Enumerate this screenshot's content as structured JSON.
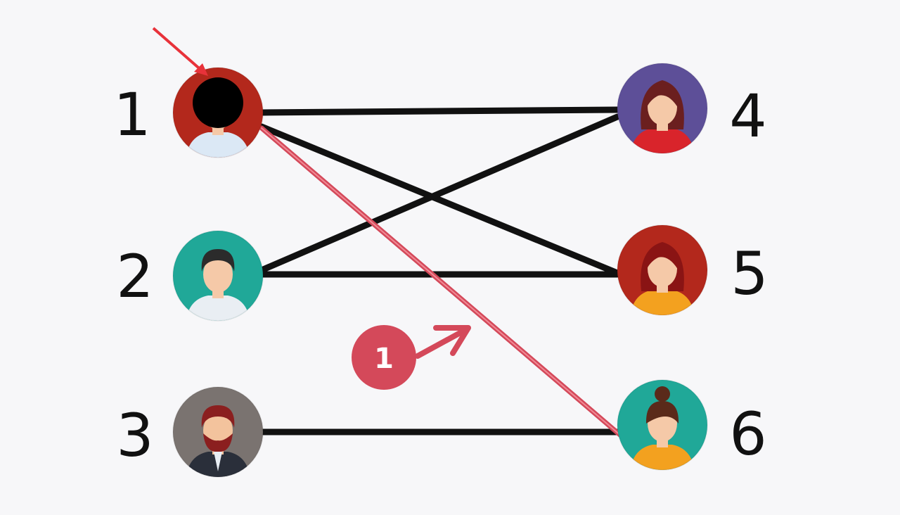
{
  "diagram": {
    "nodes": [
      {
        "id": "1",
        "label": "1",
        "side": "left",
        "bg": "#b3281c",
        "hair": "#000000",
        "skin": "#f5c9a8",
        "shirt": "#dbe8f5",
        "kind": "male-masked"
      },
      {
        "id": "2",
        "label": "2",
        "side": "left",
        "bg": "#20a898",
        "hair": "#2b2b2b",
        "skin": "#f5c9a8",
        "shirt": "#e9eef3",
        "kind": "male"
      },
      {
        "id": "3",
        "label": "3",
        "side": "left",
        "bg": "#7a7370",
        "hair": "#8b1f1f",
        "skin": "#f3c39d",
        "shirt": "#2a2f3a",
        "kind": "male-beard"
      },
      {
        "id": "4",
        "label": "4",
        "side": "right",
        "bg": "#5d4f98",
        "hair": "#6b1f1f",
        "skin": "#f5c9a8",
        "shirt": "#d9242b",
        "kind": "female"
      },
      {
        "id": "5",
        "label": "5",
        "side": "right",
        "bg": "#b3281c",
        "hair": "#8a1414",
        "skin": "#f5c9a8",
        "shirt": "#f3a11f",
        "kind": "female"
      },
      {
        "id": "6",
        "label": "6",
        "side": "right",
        "bg": "#20a898",
        "hair": "#5a2a1a",
        "skin": "#f5c9a8",
        "shirt": "#f3a11f",
        "kind": "female-bun"
      }
    ],
    "edges": [
      {
        "from": "1",
        "to": "4",
        "color": "#111111"
      },
      {
        "from": "1",
        "to": "5",
        "color": "#111111"
      },
      {
        "from": "2",
        "to": "4",
        "color": "#111111"
      },
      {
        "from": "2",
        "to": "5",
        "color": "#111111"
      },
      {
        "from": "3",
        "to": "6",
        "color": "#111111"
      },
      {
        "from": "1",
        "to": "6",
        "color": "#d4495a",
        "highlight": true
      }
    ],
    "badge": {
      "label": "1",
      "color": "#d4495a"
    },
    "arrow_color": "#e8323a"
  }
}
